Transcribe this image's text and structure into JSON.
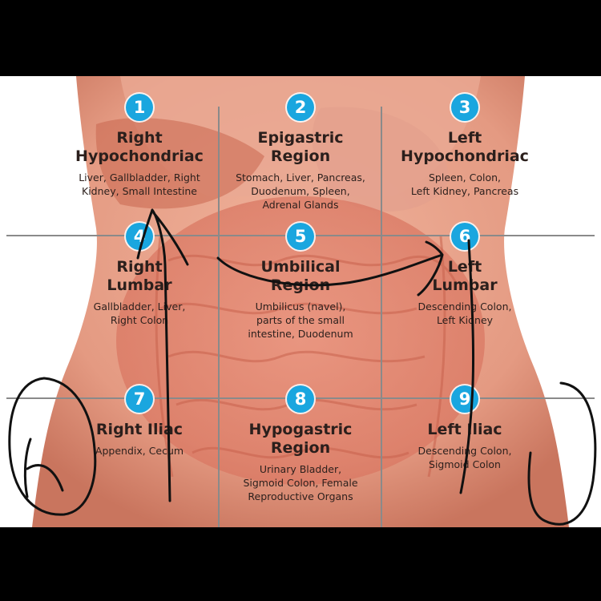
{
  "colors": {
    "badge": "#1aa6df",
    "grid_line": "#8a8a8a",
    "skin": "#e9a28c",
    "ink": "#111111",
    "text": "#2b1f1c"
  },
  "regions": [
    {
      "number": "1",
      "title": "Right\nHypochondriac",
      "organs": "Liver, Gallbladder, Right\nKidney, Small Intestine"
    },
    {
      "number": "2",
      "title": "Epigastric\nRegion",
      "organs": "Stomach, Liver, Pancreas,\nDuodenum, Spleen,\nAdrenal Glands"
    },
    {
      "number": "3",
      "title": "Left\nHypochondriac",
      "organs": "Spleen, Colon,\nLeft Kidney, Pancreas"
    },
    {
      "number": "4",
      "title": "Right\nLumbar",
      "organs": "Gallbladder, Liver,\nRight Colon"
    },
    {
      "number": "5",
      "title": "Umbilical\nRegion",
      "organs": "Umbilicus (navel),\nparts of the small\nintestine, Duodenum"
    },
    {
      "number": "6",
      "title": "Left\nLumbar",
      "organs": "Descending Colon,\nLeft Kidney"
    },
    {
      "number": "7",
      "title": "Right Iliac",
      "organs": "Appendix, Cecum"
    },
    {
      "number": "8",
      "title": "Hypogastric\nRegion",
      "organs": "Urinary Bladder,\nSigmoid Colon, Female\nReproductive Organs"
    },
    {
      "number": "9",
      "title": "Left Iliac",
      "organs": "Descending Colon,\nSigmoid Colon"
    }
  ]
}
